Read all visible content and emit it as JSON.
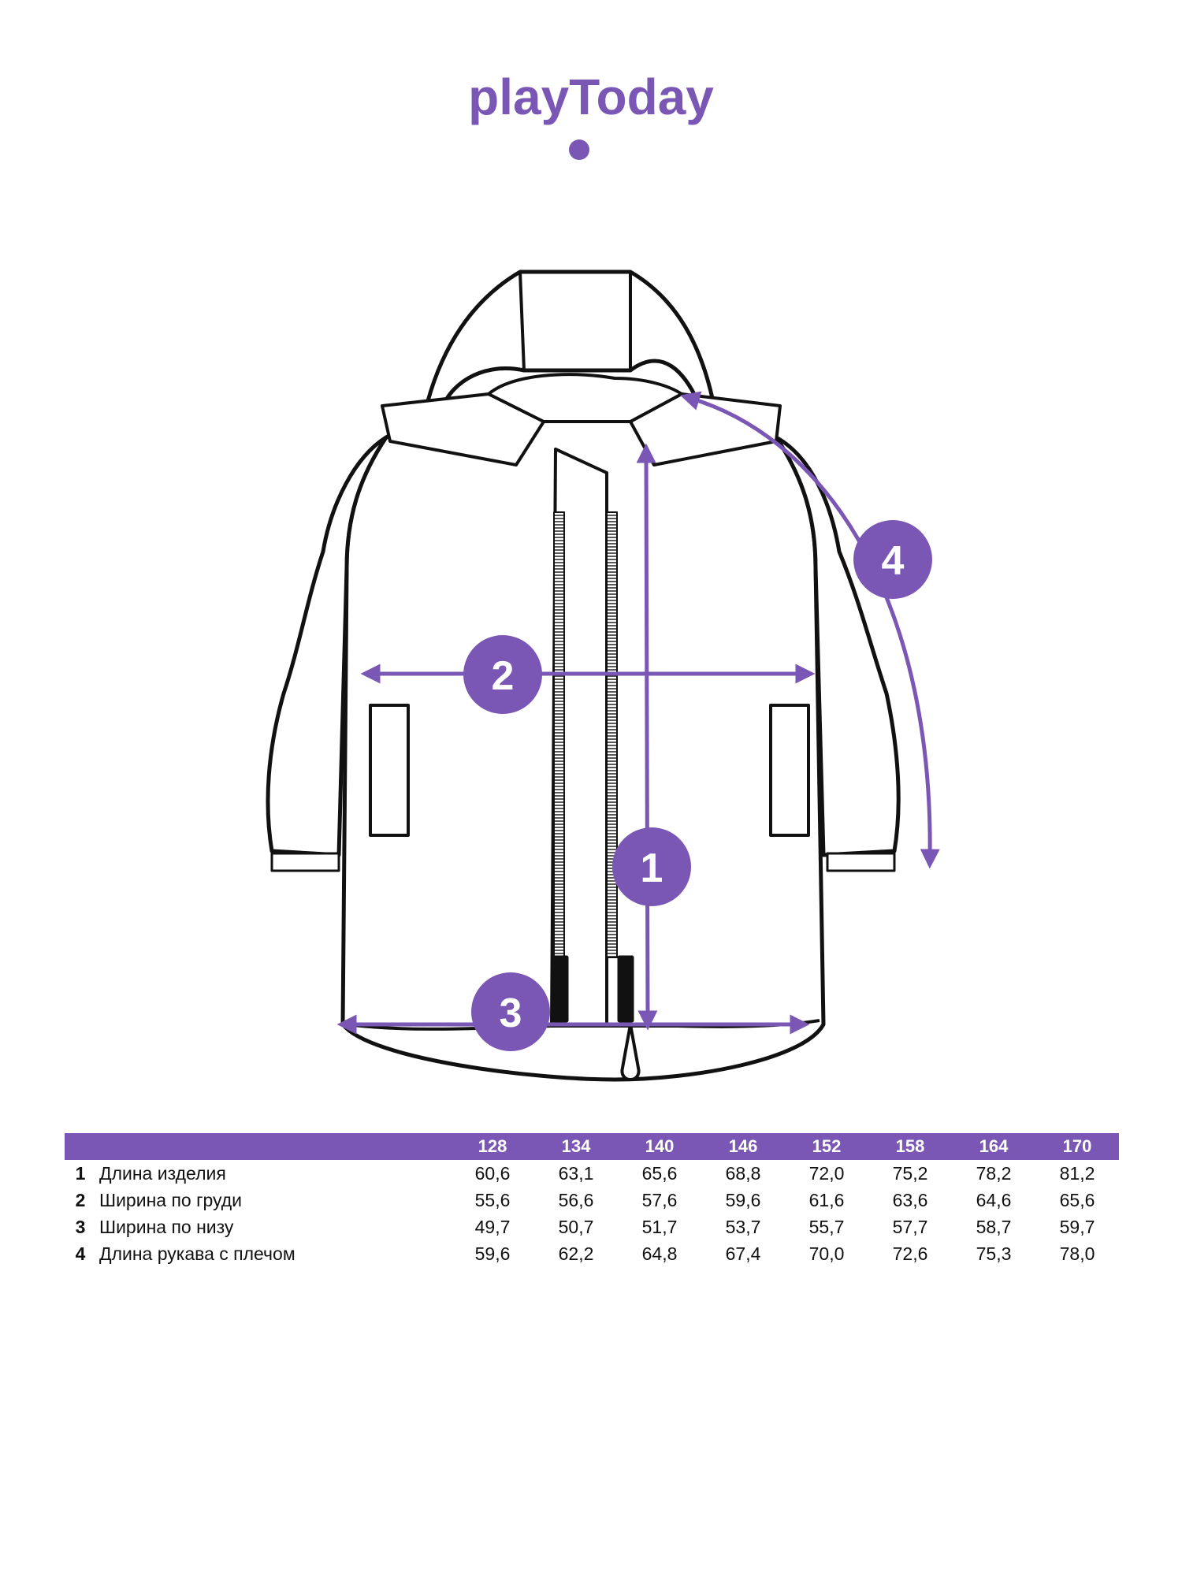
{
  "brand": {
    "name_part1": "play",
    "name_part2": "Today",
    "color": "#7b57b5"
  },
  "diagram": {
    "markers": [
      "1",
      "2",
      "3",
      "4"
    ]
  },
  "table": {
    "sizes": [
      "128",
      "134",
      "140",
      "146",
      "152",
      "158",
      "164",
      "170"
    ],
    "rows": [
      {
        "num": "1",
        "name": "Длина изделия",
        "values": [
          "60,6",
          "63,1",
          "65,6",
          "68,8",
          "72,0",
          "75,2",
          "78,2",
          "81,2"
        ]
      },
      {
        "num": "2",
        "name": "Ширина по груди",
        "values": [
          "55,6",
          "56,6",
          "57,6",
          "59,6",
          "61,6",
          "63,6",
          "64,6",
          "65,6"
        ]
      },
      {
        "num": "3",
        "name": "Ширина по низу",
        "values": [
          "49,7",
          "50,7",
          "51,7",
          "53,7",
          "55,7",
          "57,7",
          "58,7",
          "59,7"
        ]
      },
      {
        "num": "4",
        "name": "Длина рукава с плечом",
        "values": [
          "59,6",
          "62,2",
          "64,8",
          "67,4",
          "70,0",
          "72,6",
          "75,3",
          "78,0"
        ]
      }
    ]
  }
}
